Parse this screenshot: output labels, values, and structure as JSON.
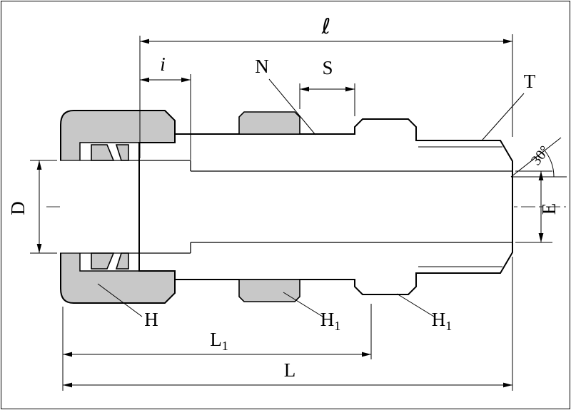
{
  "labels": {
    "ell": "ℓ",
    "i": "i",
    "n": "N",
    "s": "S",
    "t": "T",
    "angle30": "30°",
    "d": "D",
    "e": "E",
    "h": "H",
    "h1_base": "H",
    "h1_sub": "1",
    "l1_base": "L",
    "l1_sub": "1",
    "l": "L"
  },
  "colors": {
    "background": "#ffffff",
    "line": "#000000",
    "steel_section": "#c8c8c8"
  }
}
